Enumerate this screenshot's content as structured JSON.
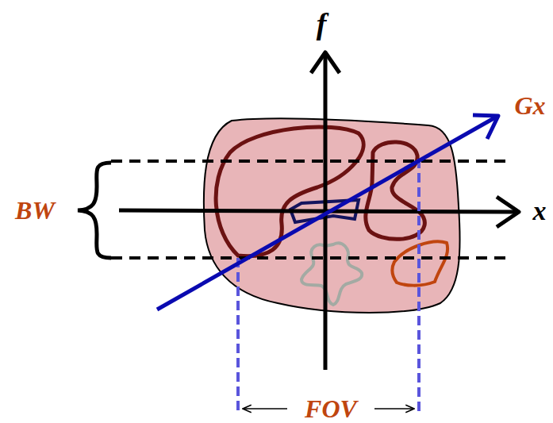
{
  "diagram": {
    "labels": [
      "f",
      "Gx",
      "x",
      "BW",
      "FOV"
    ]
  }
}
